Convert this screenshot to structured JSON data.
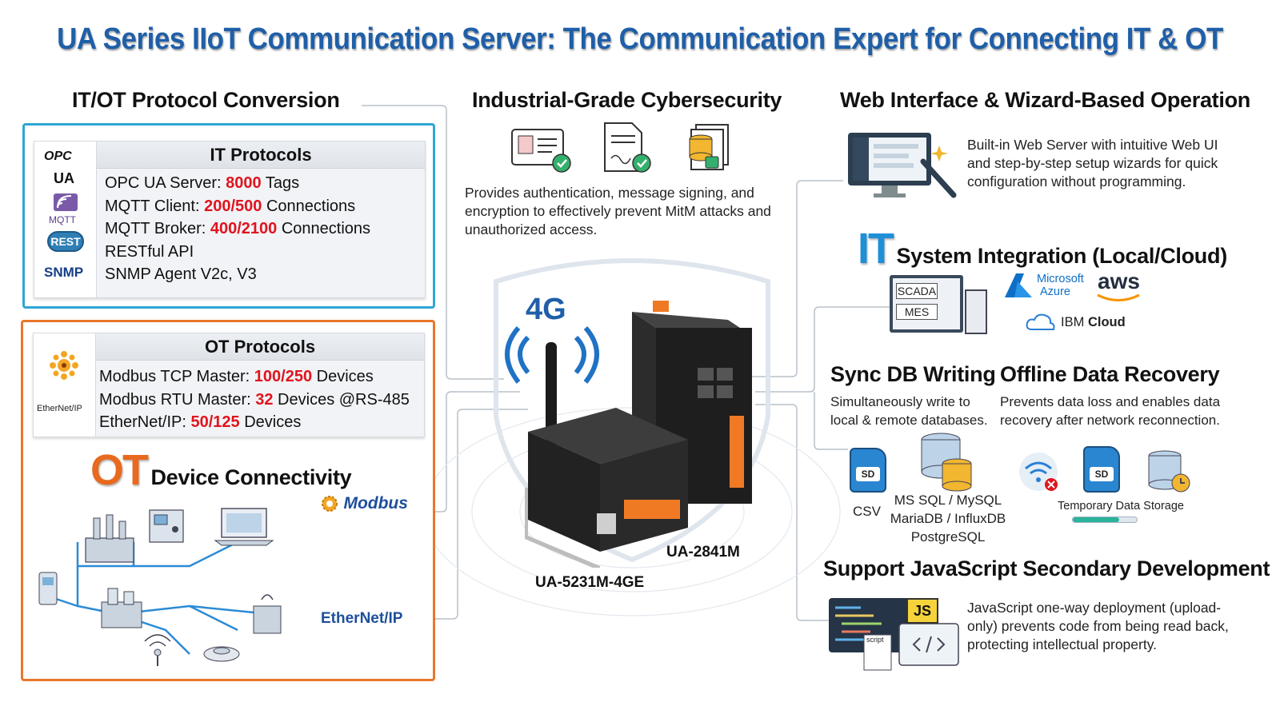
{
  "title": "UA Series IIoT Communication Server: The Communication Expert for Connecting IT & OT",
  "protocol_conversion": {
    "heading": "IT/OT Protocol Conversion",
    "it_protocols": {
      "heading": "IT Protocols",
      "icons": {
        "opc": "OPC",
        "ua": "UA",
        "mqtt": "MQTT",
        "rest": "REST",
        "snmp": "SNMP"
      },
      "rows": [
        {
          "pre": "OPC UA Server: ",
          "val": "8000",
          "post": " Tags"
        },
        {
          "pre": "MQTT Client: ",
          "val": "200/500",
          "post": " Connections"
        },
        {
          "pre": "MQTT Broker: ",
          "val": "400/2100",
          "post": " Connections"
        },
        {
          "pre": "RESTful API",
          "val": "",
          "post": ""
        },
        {
          "pre": "SNMP Agent V2c, V3",
          "val": "",
          "post": ""
        }
      ]
    },
    "ot_protocols": {
      "heading": "OT Protocols",
      "icons": {
        "ethernetip": "EtherNet/IP"
      },
      "rows": [
        {
          "pre": "Modbus TCP Master: ",
          "val": "100/250",
          "post": " Devices"
        },
        {
          "pre": "Modbus RTU Master: ",
          "val": "32",
          "post": " Devices @RS-485"
        },
        {
          "pre": "EtherNet/IP: ",
          "val": "50/125",
          "post": " Devices"
        }
      ]
    }
  },
  "ot_connectivity": {
    "big": "OT",
    "rest": "Device Connectivity",
    "modbus": "Modbus",
    "ethernetip": "EtherNet/IP"
  },
  "cybersecurity": {
    "heading": "Industrial-Grade Cybersecurity",
    "text": "Provides authentication, message signing, and encryption to effectively prevent MitM attacks and unauthorized access."
  },
  "devices": {
    "badge_4g": "4G",
    "model_a": "UA-2841M",
    "model_b": "UA-5231M-4GE"
  },
  "web_ui": {
    "heading": "Web Interface & Wizard-Based Operation",
    "text": "Built-in Web Server with intuitive Web UI and step-by-step setup wizards for quick configuration without programming."
  },
  "it_integration": {
    "big": "IT",
    "rest": "System Integration (Local/Cloud)",
    "scada": "SCADA",
    "mes": "MES",
    "azure_1": "Microsoft",
    "azure_2": "Azure",
    "aws": "aws",
    "ibm_1": "IBM",
    "ibm_2": "Cloud"
  },
  "sync_db": {
    "heading": "Sync DB Writing",
    "text": "Simultaneously write to local & remote databases.",
    "sd": "SD",
    "csv": "CSV",
    "dbs_1": "MS SQL / MySQL",
    "dbs_2": "MariaDB / InfluxDB",
    "dbs_3": "PostgreSQL"
  },
  "offline": {
    "heading": "Offline Data Recovery",
    "text": "Prevents data loss and enables data recovery after network reconnection.",
    "sd": "SD",
    "storage": "Temporary Data Storage"
  },
  "js": {
    "heading": "Support JavaScript Secondary Development",
    "text": "JavaScript one-way deployment (upload-only) prevents code from being read back, protecting intellectual property.",
    "badge": "JS",
    "script": "script"
  },
  "colors": {
    "title": "#1f5fa8",
    "it_border": "#2ea6d6",
    "ot_border": "#e9762b",
    "highlight": "#e0141e"
  }
}
